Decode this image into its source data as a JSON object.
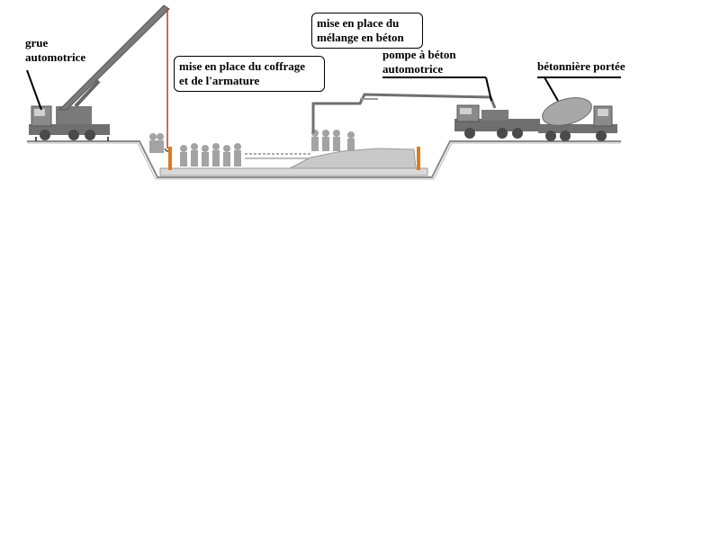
{
  "labels": {
    "crane_line1": "grue",
    "crane_line2": "automotrice",
    "formwork_line1": "mise en place du coffrage",
    "formwork_line2": "et de l'armature",
    "mix_line1": "mise en place du",
    "mix_line2": "mélange en béton",
    "pump_line1": "pompe à béton",
    "pump_line2": "automotrice",
    "mixer_truck": "bétonnière portée"
  },
  "colors": {
    "ground": "#8a8a8a",
    "machinery": "#6f6f6f",
    "workers": "#a3a3a3",
    "concrete": "#c9c9c9",
    "formwork": "#e07a1f",
    "hoist_cable": "#c0392b"
  }
}
